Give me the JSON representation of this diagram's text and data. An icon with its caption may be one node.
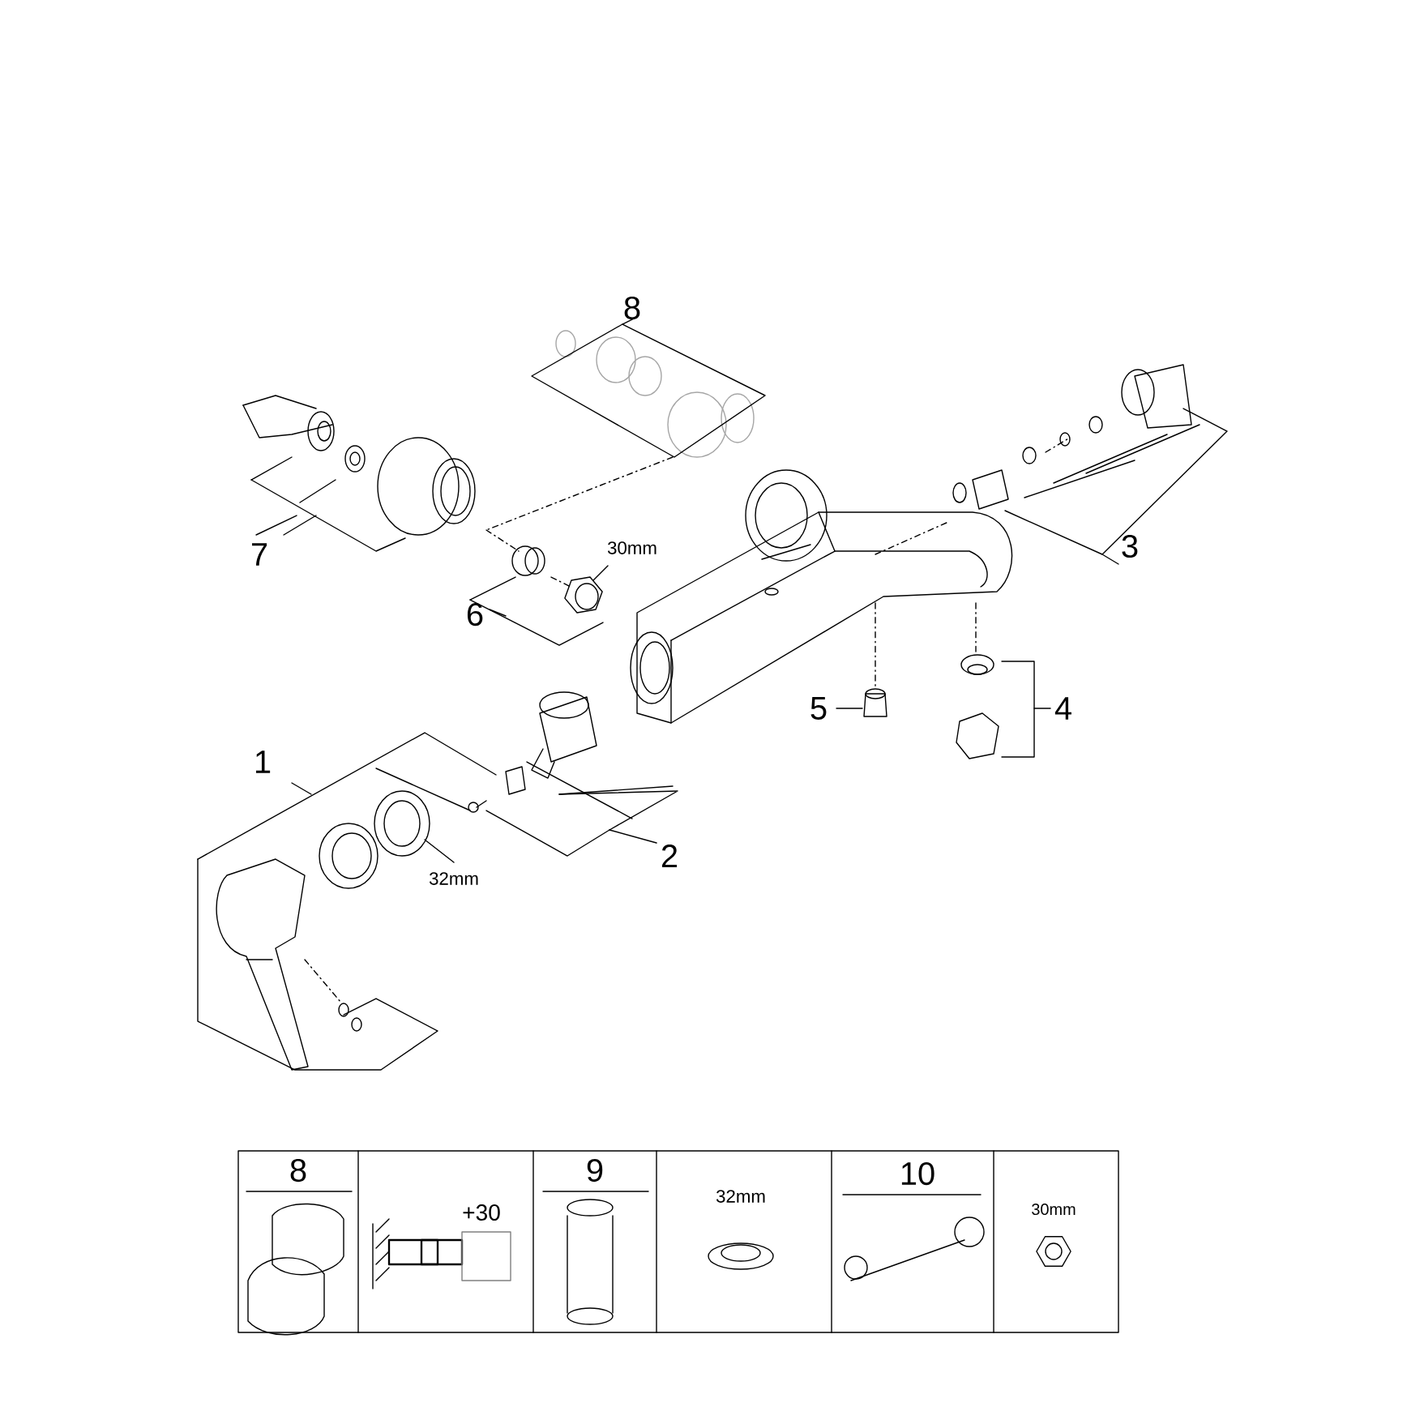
{
  "diagram": {
    "labels": [
      "8",
      "7",
      "3",
      "30mm",
      "6",
      "5",
      "4",
      "1",
      "2",
      "32mm",
      "8",
      "+30",
      "9",
      "32mm",
      "10",
      "30mm"
    ]
  }
}
